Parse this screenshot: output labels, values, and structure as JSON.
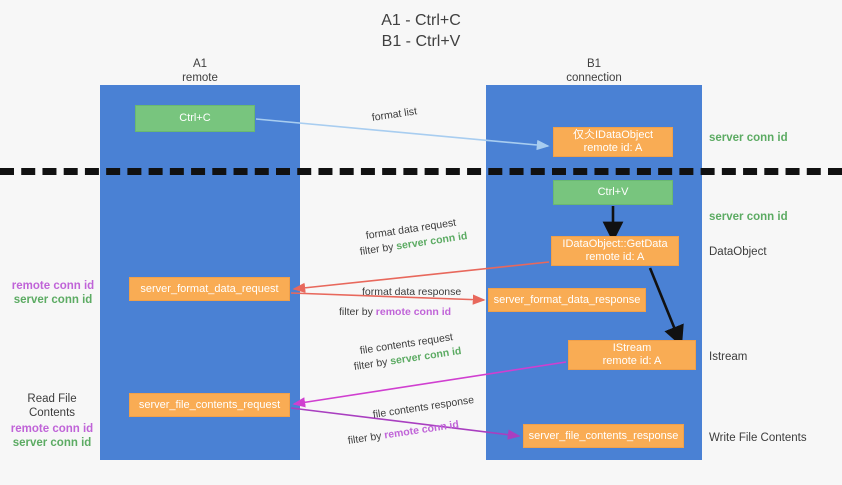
{
  "title": "A1 - Ctrl+C\nB1 - Ctrl+V",
  "lanes": [
    {
      "name": "A1",
      "sub": "remote",
      "label": "A1\nremote"
    },
    {
      "name": "B1",
      "sub": "connection",
      "label": "B1\nconnection"
    }
  ],
  "nodes": {
    "ctrl_c": "Ctrl+C",
    "dataobject": "仅仌IDataObject\nremote id: A",
    "ctrl_v": "Ctrl+V",
    "getdata": "IDataObject::GetData\nremote id: A",
    "server_format_data_request": "server_format_data_request",
    "server_format_data_response": "server_format_data_response",
    "istream": "IStream\nremote id: A",
    "server_file_contents_request": "server_file_contents_request",
    "server_file_contents_response": "server_file_contents_response"
  },
  "right_labels": {
    "server_conn_id_1": "server conn id",
    "server_conn_id_2": "server conn id",
    "dataobject": "DataObject",
    "istream": "Istream",
    "write_file_contents": "Write File Contents"
  },
  "left_labels": {
    "group1_remote": "remote conn id",
    "group1_server": "server conn id",
    "group2_title": "Read File Contents",
    "group2_remote": "remote conn id",
    "group2_server": "server conn id"
  },
  "edges": {
    "format_list": "format list",
    "format_data_request": "format data request",
    "format_data_request_filter_prefix": "filter by ",
    "format_data_request_filter_value": "server conn id",
    "format_data_response": "format data response",
    "format_data_response_filter_prefix": "filter by ",
    "format_data_response_filter_value": "remote conn id",
    "file_contents_request": "file contents request",
    "file_contents_request_filter_prefix": "filter by ",
    "file_contents_request_filter_value": "server conn id",
    "file_contents_response": "file contents response",
    "file_contents_response_filter_prefix": "filter by ",
    "file_contents_response_filter_value": "remote conn id"
  },
  "colors": {
    "lane": "#4a81d4",
    "green_box": "#78c57e",
    "orange_box": "#f9ac54",
    "server_conn": "#5cab63",
    "remote_conn": "#c064d8",
    "arrow_blue": "#a8cdf0",
    "arrow_red": "#e8685c",
    "arrow_magenta": "#d03fd0",
    "arrow_purple": "#a93fc0",
    "arrow_black": "#111111",
    "background": "#f7f7f7"
  }
}
